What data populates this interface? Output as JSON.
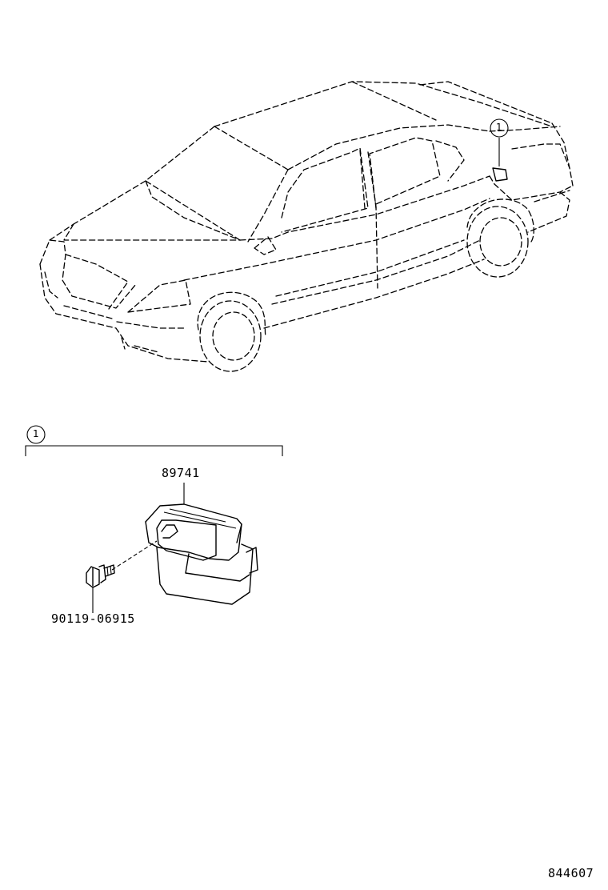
{
  "callouts": {
    "vehicle_marker": "1",
    "group_marker": "1"
  },
  "parts": {
    "module_number": "89741",
    "bolt_number": "90119-06915"
  },
  "illustration_code": "844607"
}
